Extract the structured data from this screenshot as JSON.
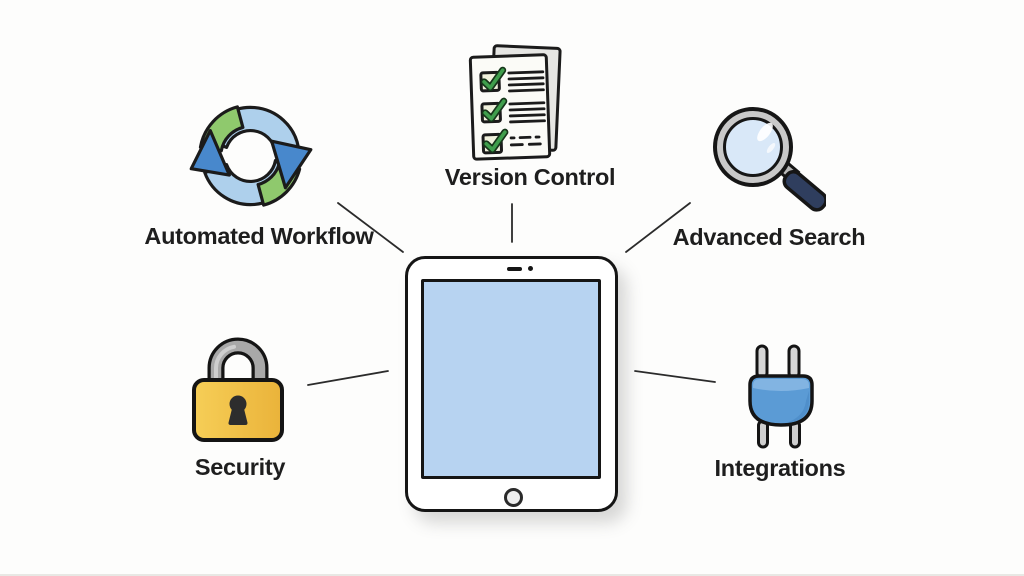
{
  "canvas": {
    "background": "#fdfdfc",
    "bottom_edge_color": "#e8e8e4"
  },
  "center": {
    "device": "tablet-illustration",
    "screen_color": "#b7d3f1"
  },
  "features": [
    {
      "label": "Automated Workflow",
      "icon": "cycle-arrows-icon"
    },
    {
      "label": "Version Control",
      "icon": "checklist-documents-icon"
    },
    {
      "label": "Advanced Search",
      "icon": "magnifying-glass-icon"
    },
    {
      "label": "Security",
      "icon": "padlock-icon"
    },
    {
      "label": "Integrations",
      "icon": "plug-icon"
    }
  ],
  "palette": {
    "outline": "#1b1b1b",
    "label_text": "#1e1e1e",
    "arrow_light_blue": "#aed0ec",
    "arrow_dark_blue": "#4888cc",
    "arrow_green": "#8fc96d",
    "paper": "#fbfbf7",
    "paper_back": "#e6e6e3",
    "check_green": "#3f9e4c",
    "checkbox_fill": "#f0f1dc",
    "ring_gray": "#c9c9c9",
    "lens_blue": "#d9e8f8",
    "handle_navy": "#2f3e5e",
    "lock_gold_light": "#f6ce57",
    "lock_gold": "#eab33a",
    "shackle_gray": "#a8a8a8",
    "keyhole_dark": "#2d2d2d",
    "plug_blue": "#5b9bd5",
    "plug_blue_light": "#82b4e2",
    "prong_gray": "#d6d6d6"
  }
}
